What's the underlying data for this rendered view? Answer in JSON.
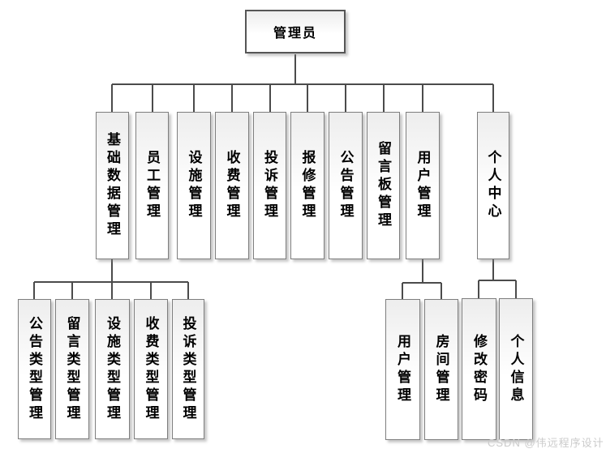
{
  "diagram": {
    "root": {
      "label": "管理员"
    },
    "level2": [
      {
        "label": "基础数据管理",
        "children": [
          "公告类型管理",
          "留言类型管理",
          "设施类型管理",
          "收费类型管理",
          "投诉类型管理"
        ]
      },
      {
        "label": "员工管理",
        "children": []
      },
      {
        "label": "设施管理",
        "children": []
      },
      {
        "label": "收费管理",
        "children": []
      },
      {
        "label": "投诉管理",
        "children": []
      },
      {
        "label": "报修管理",
        "children": []
      },
      {
        "label": "公告管理",
        "children": []
      },
      {
        "label": "留言板管理",
        "children": []
      },
      {
        "label": "用户管理",
        "children": [
          "用户管理",
          "房间管理"
        ]
      },
      {
        "label": "个人中心",
        "children": [
          "修改密码",
          "个人信息"
        ]
      }
    ]
  },
  "watermark": "CSDN @伟远程序设计",
  "colors": {
    "connector": "#4b4b4b",
    "node_border": "#7e7e7e",
    "root_border": "#565656",
    "node_fill_top": "#ededed",
    "watermark": "#cbcbcb"
  }
}
